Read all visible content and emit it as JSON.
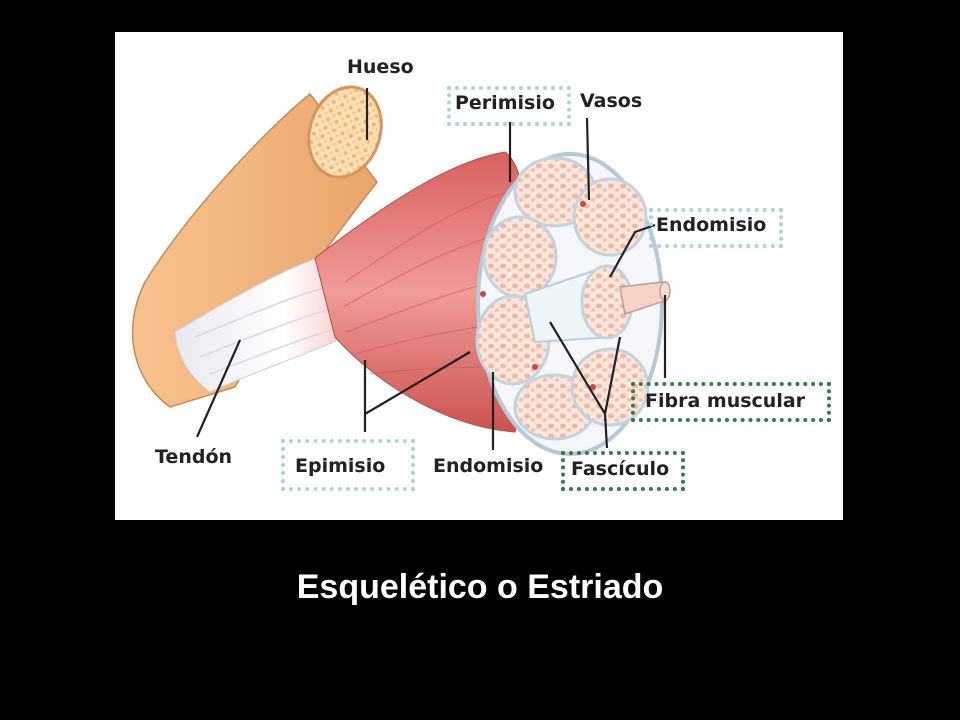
{
  "slide_title": "Esquelético o Estriado",
  "diagram": {
    "labels": {
      "hueso": "Hueso",
      "perimisio": "Perimisio",
      "vasos": "Vasos",
      "endomisio_top": "Endomisio",
      "fibra": "Fibra muscular",
      "tendon": "Tendón",
      "epimisio": "Epimisio",
      "endomisio_bottom": "Endomisio",
      "fasciculo": "Fascículo"
    },
    "colors": {
      "muscle": "#e07e7e",
      "bone": "#f2b57c",
      "tendon": "#f4f4f8",
      "fascicle": "#fbe0d6",
      "highlight_light": "#a9d4de",
      "highlight_dark": "#2e7d4c"
    }
  }
}
